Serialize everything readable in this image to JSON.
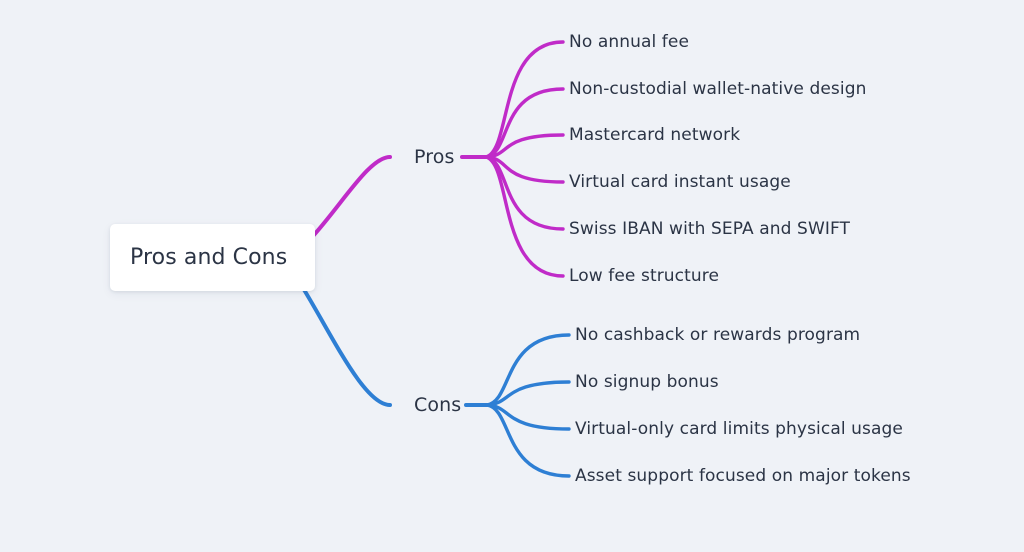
{
  "diagram": {
    "type": "mind-map",
    "background_color": "#eff2f7",
    "text_color": "#2b3445",
    "root": {
      "label": "Pros and Cons"
    },
    "branches": [
      {
        "id": "pros",
        "label": "Pros",
        "color": "#c02bc8",
        "leaves": [
          {
            "label": "No annual fee"
          },
          {
            "label": "Non-custodial wallet-native design"
          },
          {
            "label": "Mastercard network"
          },
          {
            "label": "Virtual card instant usage"
          },
          {
            "label": "Swiss IBAN with SEPA and SWIFT"
          },
          {
            "label": "Low fee structure"
          }
        ]
      },
      {
        "id": "cons",
        "label": "Cons",
        "color": "#2e7fd4",
        "leaves": [
          {
            "label": "No cashback or rewards program"
          },
          {
            "label": "No signup bonus"
          },
          {
            "label": "Virtual-only card limits physical usage"
          },
          {
            "label": "Asset support focused on major tokens"
          }
        ]
      }
    ]
  }
}
